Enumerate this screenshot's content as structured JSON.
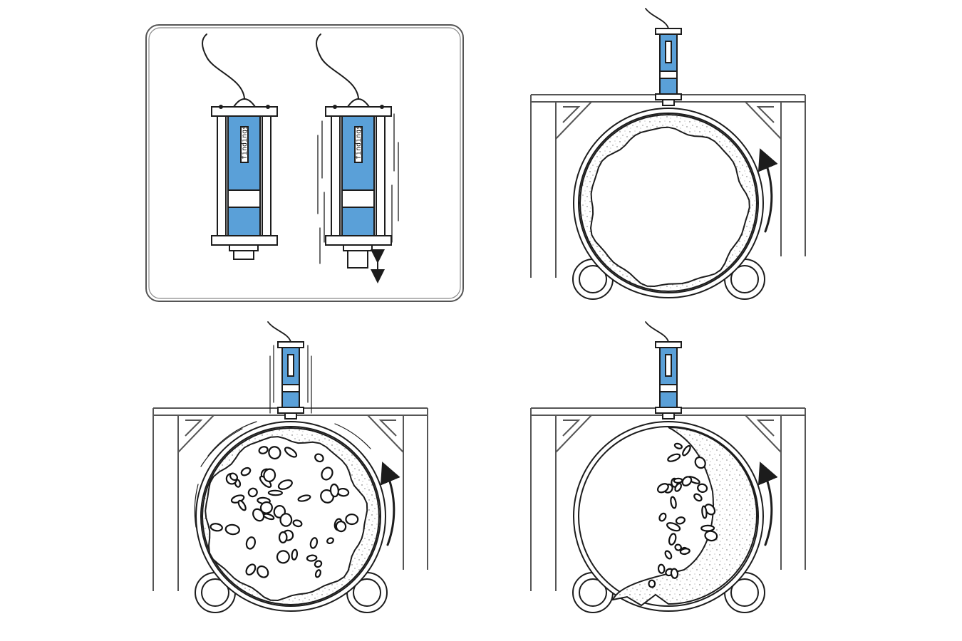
{
  "diagram": {
    "panels": [
      {
        "id": "inset",
        "description_tags": [
          "vibrator-idle",
          "vibrator-active"
        ]
      },
      {
        "id": "drum-stage-1",
        "state": "coated",
        "rotation": "counterclockwise"
      },
      {
        "id": "drum-stage-2",
        "state": "vibrating-loosening",
        "rotation": "counterclockwise"
      },
      {
        "id": "drum-stage-3",
        "state": "partially-cleared",
        "rotation": "counterclockwise"
      }
    ],
    "device_label": "findings",
    "colors": {
      "device_blue": "#5aa0d8",
      "ink": "#1c1c1c",
      "frame": "#555555",
      "background": "#ffffff"
    },
    "icons": {
      "rotation": "curved-arrow-icon",
      "stroke": "double-arrow-icon",
      "cable": "cable-icon"
    }
  }
}
